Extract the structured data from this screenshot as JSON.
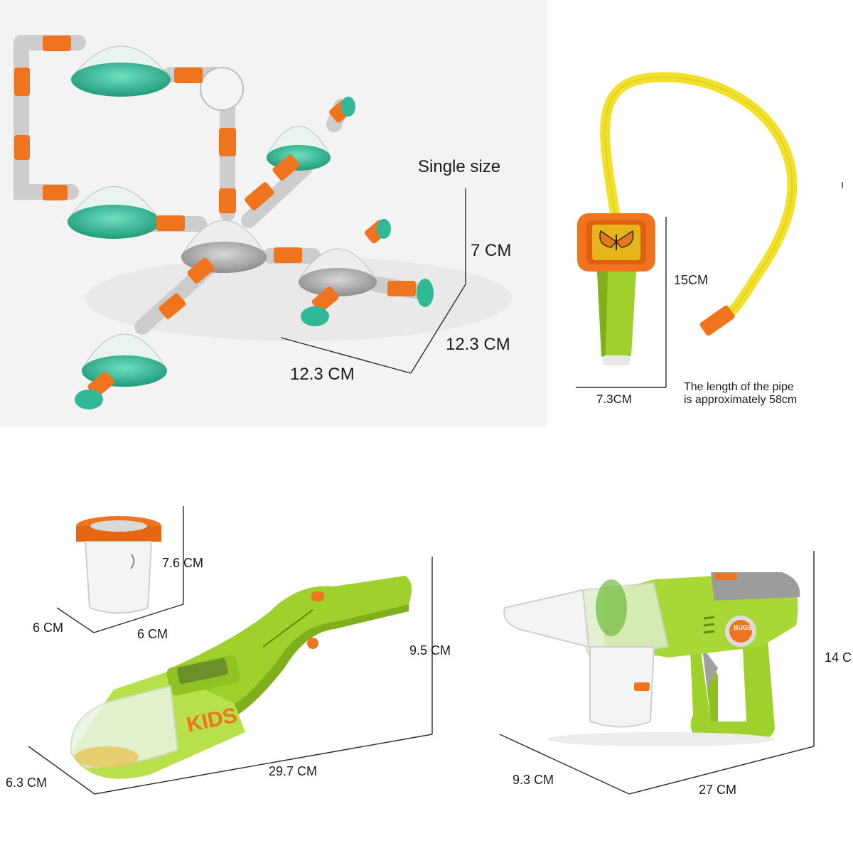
{
  "panels": {
    "habitat": {
      "single_size": "Single size",
      "height": "7 CM",
      "depth": "12.3 CM",
      "width": "12.3 CM"
    },
    "scope": {
      "height": "15CM",
      "width": "7.3CM",
      "pipe_note_line1": "The length of the pipe",
      "pipe_note_line2": "is approximately 58cm"
    },
    "jar": {
      "height": "7.6 CM",
      "depth": "6 CM",
      "width": "6 CM"
    },
    "scooper": {
      "height": "9.5 CM",
      "depth": "6.3 CM",
      "length": "29.7 CM",
      "brand": "KIDS"
    },
    "vacuum": {
      "height": "14 C",
      "depth": "9.3 CM",
      "length": "27 CM",
      "badge_line1": "BUGS"
    }
  },
  "colors": {
    "teal": "#2fb996",
    "orange": "#f0731e",
    "lime": "#9ed12b",
    "yellow": "#f2e12a",
    "gray": "#9a9a9a"
  }
}
